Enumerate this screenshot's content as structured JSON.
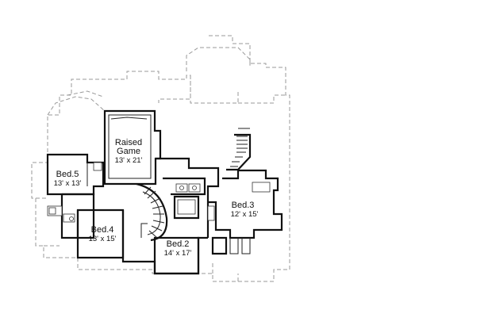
{
  "rooms": [
    {
      "name": "Raised",
      "name2": "Game",
      "dims": "13' x 21'"
    },
    {
      "name": "Bed.5",
      "dims": "13' x 13'"
    },
    {
      "name": "Bed.4",
      "dims": "13' x 15'"
    },
    {
      "name": "Bed.2",
      "dims": "14' x 17'"
    },
    {
      "name": "Bed.3",
      "dims": "12' x 15'"
    }
  ],
  "colors": {
    "wall": "#111111",
    "outline": "#9a9a9a",
    "background": "#ffffff"
  }
}
